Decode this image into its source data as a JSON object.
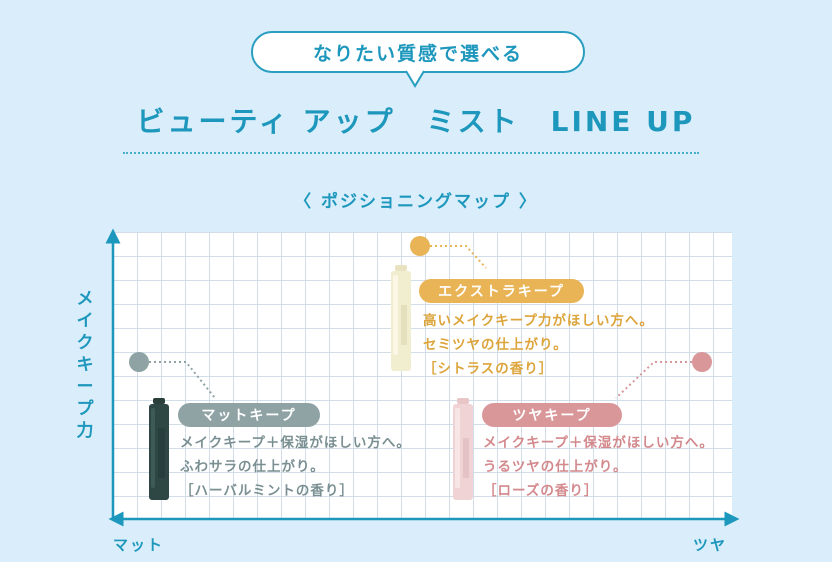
{
  "header": {
    "bubble_text": "なりたい質感で選べる",
    "title": "ビューティ アップ　ミスト　LINE UP"
  },
  "map": {
    "subtitle": "〈 ポジショニングマップ 〉",
    "y_axis_label": "メイクキープ力",
    "x_axis_left": "マット",
    "x_axis_right": "ツヤ"
  },
  "colors": {
    "accent": "#1e97bd",
    "background": "#d9eefa",
    "extra": "#e9b455",
    "matte": "#8fa3a5",
    "glossy": "#d9979a"
  },
  "products": [
    {
      "name": "エクストラキープ",
      "lines": [
        "高いメイクキープ力がほしい方へ。",
        "セミツヤの仕上がり。",
        "［シトラスの香り］"
      ],
      "color": "#e9b455"
    },
    {
      "name": "マットキープ",
      "lines": [
        "メイクキープ＋保湿がほしい方へ。",
        "ふわサラの仕上がり。",
        "［ハーバルミントの香り］"
      ],
      "color": "#8fa3a5"
    },
    {
      "name": "ツヤキープ",
      "lines": [
        "メイクキープ＋保湿がほしい方へ。",
        "うるツヤの仕上がり。",
        "［ローズの香り］"
      ],
      "color": "#d9979a"
    }
  ]
}
